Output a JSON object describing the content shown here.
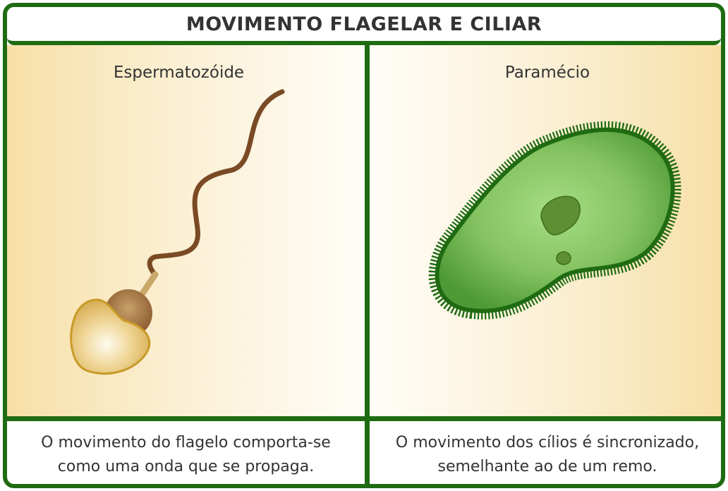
{
  "title": "MOVIMENTO FLAGELAR E CILIAR",
  "panels": {
    "left": {
      "label": "Espermatozóide",
      "caption": "O movimento do flagelo comporta-se\ncomo uma onda que se propaga."
    },
    "right": {
      "label": "Paramécio",
      "caption": "O movimento dos cílios é sincronizado,\nsemelhante ao de um remo."
    }
  },
  "colors": {
    "border": "#1f6b12",
    "flagellum": "#7a4a25",
    "sperm_head": "#e9c77a",
    "paramecium_body": "#6fb24f",
    "cilia": "#1f6b12"
  }
}
